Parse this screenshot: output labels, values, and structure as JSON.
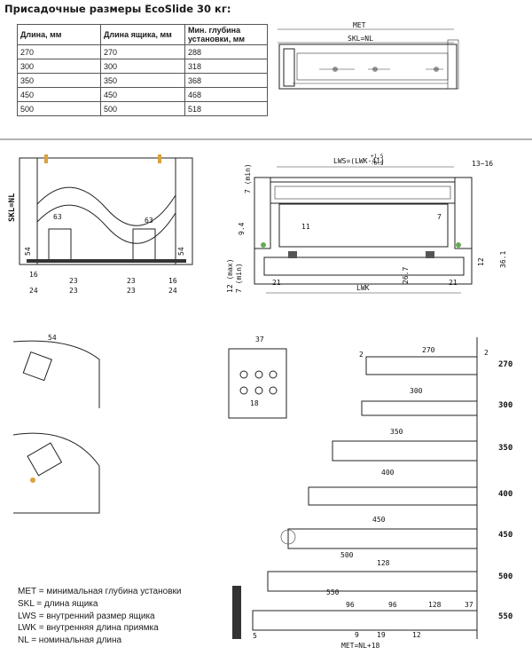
{
  "title": "Присадочные размеры EcoSlide 30 кг:",
  "table": {
    "headers": [
      "Длина, мм",
      "Длина ящика, мм",
      "Мин. глубина установки, мм"
    ],
    "rows": [
      [
        "270",
        "270",
        "288"
      ],
      [
        "300",
        "300",
        "318"
      ],
      [
        "350",
        "350",
        "368"
      ],
      [
        "450",
        "450",
        "468"
      ],
      [
        "500",
        "500",
        "518"
      ]
    ]
  },
  "legend": [
    "MET = минимальная глубина установки",
    "SKL = длина ящика",
    "LWS = внутренний размер ящика",
    "LWK = внутренняя длина приямка",
    "NL = номинальная длина"
  ],
  "drawing_top": {
    "met": "MET",
    "skl": "SKL=NL"
  },
  "drawing_front": {
    "side_label": "SKL=NL",
    "dims": [
      "63",
      "63",
      "54",
      "54",
      "16",
      "16",
      "23",
      "23",
      "23",
      "23",
      "24",
      "24"
    ]
  },
  "drawing_section": {
    "lws": "LWS=(LWK-41)",
    "tol_up": "+1.5",
    "tol_dn": "-0.5",
    "range": "13~16",
    "dims": [
      "7 (min)",
      "9.4",
      "11",
      "7",
      "12",
      "36.1",
      "12 (max)",
      "7 (min)",
      "26.7",
      "21",
      "21"
    ],
    "lwk": "LWK"
  },
  "drawing_holes": {
    "w": "37",
    "h": "18"
  },
  "drawing_lengths": {
    "rows": [
      {
        "label": "270",
        "dims": [
          "2",
          "270",
          "2"
        ]
      },
      {
        "label": "300",
        "dims": [
          "300"
        ]
      },
      {
        "label": "350",
        "dims": [
          "350"
        ]
      },
      {
        "label": "400",
        "dims": [
          "400"
        ]
      },
      {
        "label": "450",
        "dims": [
          "450"
        ]
      },
      {
        "label": "500",
        "dims": [
          "500",
          "128"
        ]
      },
      {
        "label": "550",
        "dims": [
          "550",
          "96",
          "96",
          "128",
          "37"
        ]
      }
    ],
    "bottom": [
      "5",
      "9",
      "19",
      "12",
      "MET=NL+18"
    ]
  }
}
